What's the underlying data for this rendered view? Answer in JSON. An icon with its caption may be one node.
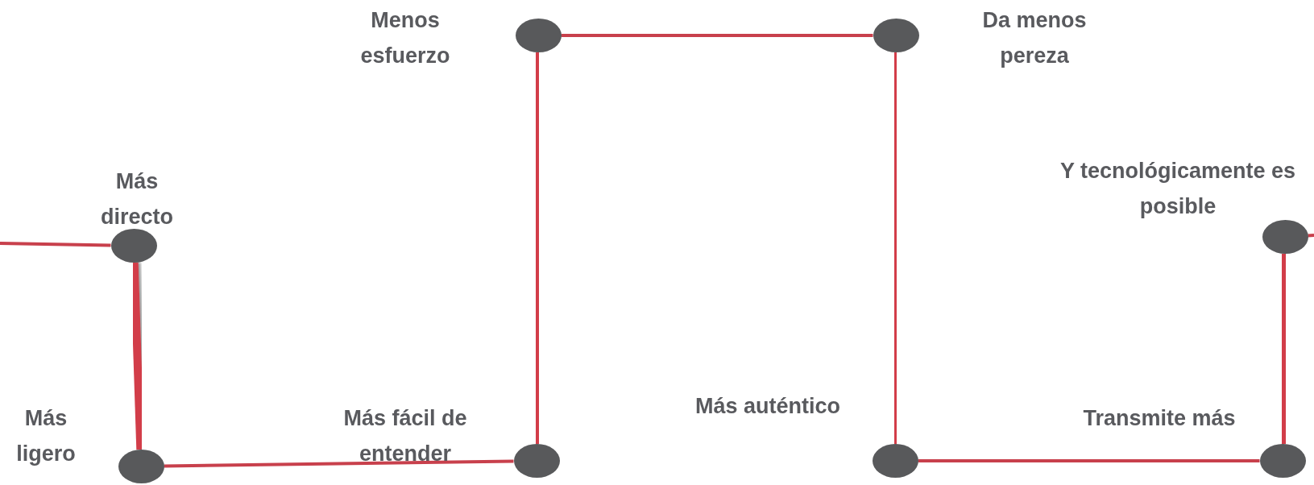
{
  "diagram": {
    "nodes": [
      {
        "text": [],
        "shape": "ellipse",
        "beside": [
          "Más directo"
        ]
      },
      {
        "text": [],
        "shape": "ellipse",
        "beside": [
          "Más ligero"
        ]
      },
      {
        "text": [],
        "shape": "ellipse",
        "beside": [
          "Más fácil de entender"
        ]
      },
      {
        "text": [],
        "shape": "ellipse",
        "beside": [
          "Menos esfuerzo"
        ]
      },
      {
        "text": [],
        "shape": "ellipse",
        "beside": [
          "Da menos pereza"
        ]
      },
      {
        "text": [],
        "shape": "ellipse",
        "beside": [
          "Más auténtico"
        ]
      },
      {
        "text": [],
        "shape": "ellipse",
        "beside": [
          "Transmite más"
        ]
      },
      {
        "text": [],
        "shape": "ellipse",
        "beside": [
          "Y tecnológicamente es posible"
        ]
      }
    ],
    "edges": [
      {
        "from": null,
        "to": 0,
        "arrow": "none"
      },
      {
        "from": 0,
        "to": 1,
        "arrow": "none",
        "style": "thick"
      },
      {
        "from": 1,
        "to": 2,
        "arrow": "none"
      },
      {
        "from": 2,
        "to": 3,
        "arrow": "none",
        "style": "thick"
      },
      {
        "from": 3,
        "to": 4,
        "arrow": "none"
      },
      {
        "from": 4,
        "to": 5,
        "arrow": "none",
        "style": "thick"
      },
      {
        "from": 5,
        "to": 6,
        "arrow": "none"
      },
      {
        "from": 6,
        "to": 7,
        "arrow": "none",
        "style": "thick"
      },
      {
        "from": 7,
        "to": null,
        "arrow": "none"
      }
    ]
  }
}
